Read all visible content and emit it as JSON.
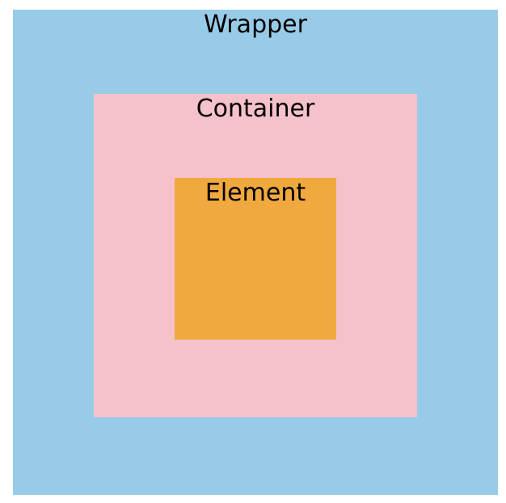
{
  "wrapper": {
    "label": "Wrapper",
    "color": "#98cbe7"
  },
  "container": {
    "label": "Container",
    "color": "#f5c2cb"
  },
  "element": {
    "label": "Element",
    "color": "#f0a93e"
  }
}
